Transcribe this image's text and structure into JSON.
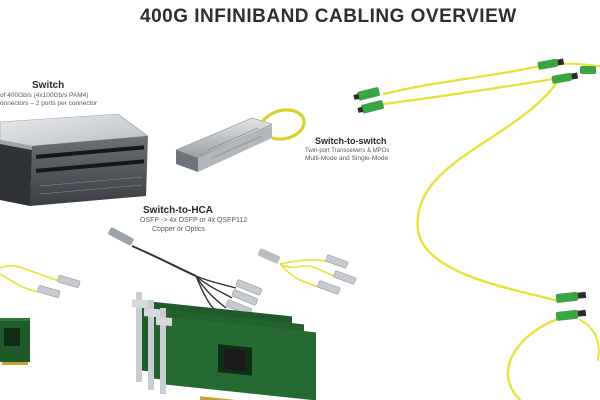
{
  "title": "400G INFINIBAND CABLING OVERVIEW",
  "switch": {
    "heading": "Switch",
    "line1": "of 400Gb/s (4x100Gb/s PAM4)",
    "line2": "onnectors – 2 ports per connector"
  },
  "switch_to_switch": {
    "heading": "Switch-to-switch",
    "line1": "Twin-port Transceivers & MPOs",
    "line2": "Multi-Mode and Single-Mode"
  },
  "switch_to_hca": {
    "heading": "Switch-to-HCA",
    "line1": "OSFP -> 4x OSFP or 4x QSFP112",
    "line2": "Copper or Optics"
  },
  "colors": {
    "fiber": "#e8e23a",
    "connector": "#3aa544",
    "pcb": "#1f5a2a",
    "metal": "#c9ccd0"
  }
}
